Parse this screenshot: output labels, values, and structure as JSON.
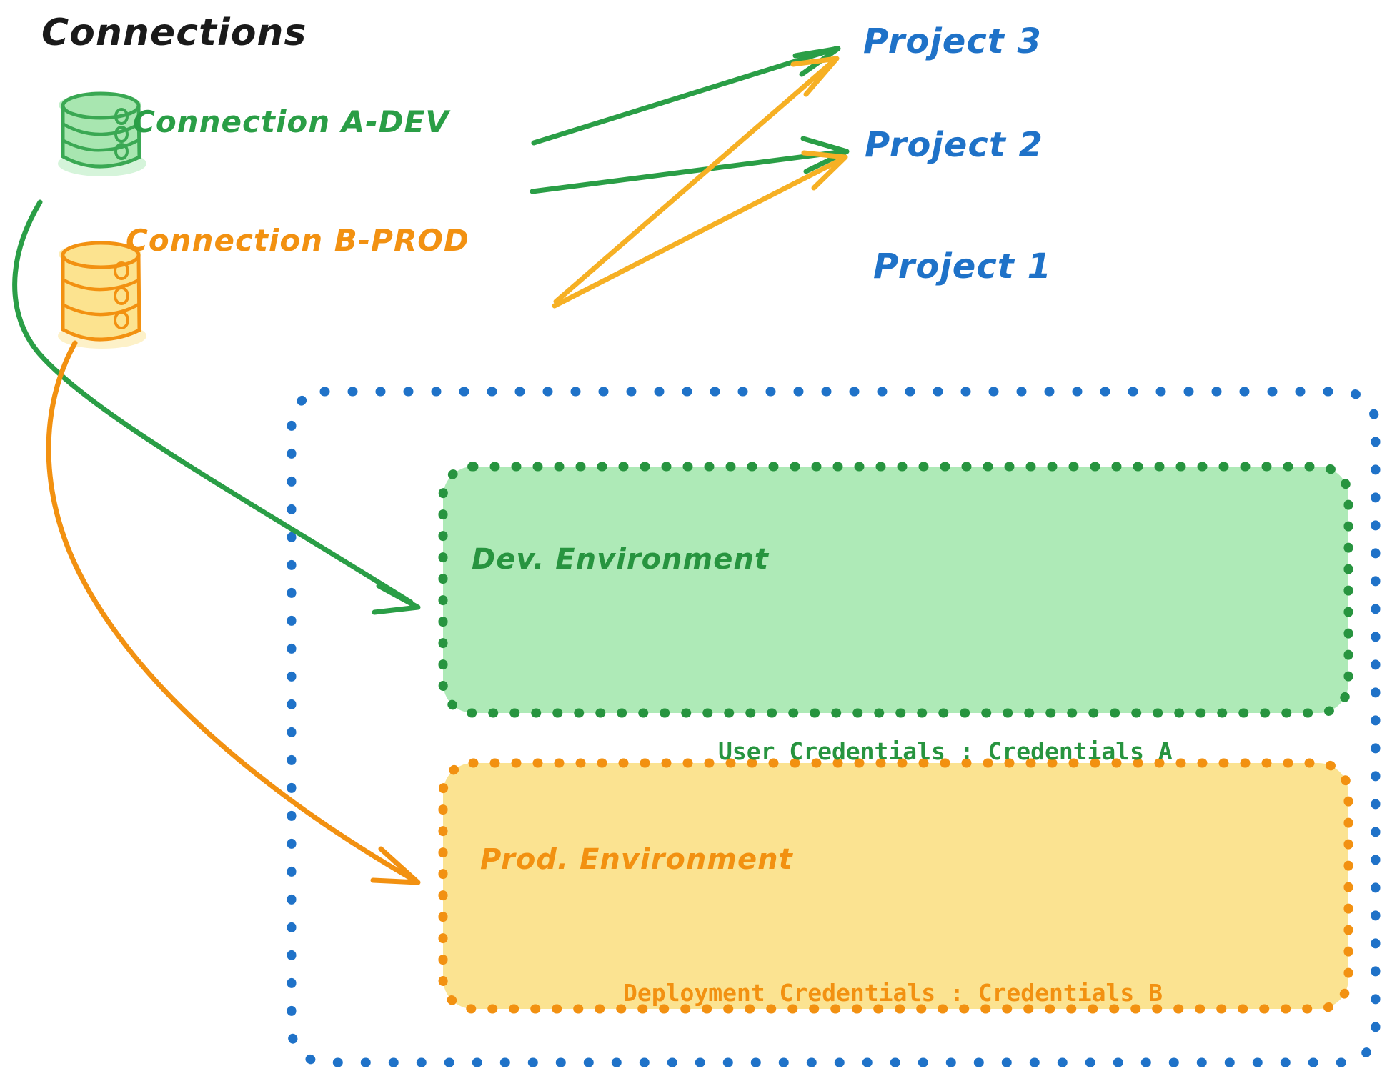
{
  "diagram": {
    "title": "Connections",
    "title_color": "#1a1a1a",
    "background": "#ffffff"
  },
  "connections": [
    {
      "id": "connection-a-dev",
      "label": "Connection A-DEV",
      "color": "#2a9e46",
      "icon": "database-cylinder-icon",
      "fill": "#a8e6b0"
    },
    {
      "id": "connection-b-prod",
      "label": "Connection B-PROD",
      "color": "#f29111",
      "icon": "database-cylinder-icon",
      "fill": "#fce38f"
    }
  ],
  "projects": [
    {
      "id": "project-3",
      "label": "Project 3",
      "color": "#1f72c8"
    },
    {
      "id": "project-2",
      "label": "Project 2",
      "color": "#1f72c8"
    },
    {
      "id": "project-1",
      "label": "Project 1",
      "color": "#1f72c8"
    }
  ],
  "project_1_container": {
    "border_color": "#1f72c8",
    "border_style": "dotted",
    "environments": [
      {
        "id": "dev-environment",
        "title": "Dev. Environment",
        "credentials_label": "User Credentials : Credentials A",
        "border_color": "#27943f",
        "fill_color": "#aeeab7",
        "text_color": "#27943f"
      },
      {
        "id": "prod-environment",
        "title": "Prod. Environment",
        "credentials_label": "Deployment Credentials : Credentials B",
        "border_color": "#f29111",
        "fill_color": "#fbe391",
        "text_color": "#f29111"
      }
    ]
  },
  "edges": [
    {
      "id": "edge-a-dev-to-project-3",
      "from": "connection-a-dev",
      "to": "project-3",
      "color": "#2a9e46",
      "style": "straight-arrow"
    },
    {
      "id": "edge-a-dev-to-project-2",
      "from": "connection-a-dev",
      "to": "project-2",
      "color": "#2a9e46",
      "style": "straight-arrow"
    },
    {
      "id": "edge-a-dev-to-dev-environment",
      "from": "connection-a-dev",
      "to": "dev-environment",
      "color": "#2a9e46",
      "style": "curved-arrow"
    },
    {
      "id": "edge-b-prod-to-project-3",
      "from": "connection-b-prod",
      "to": "project-3",
      "color": "#f6b024",
      "style": "straight-arrow"
    },
    {
      "id": "edge-b-prod-to-project-2",
      "from": "connection-b-prod",
      "to": "project-2",
      "color": "#f6b024",
      "style": "straight-arrow"
    },
    {
      "id": "edge-b-prod-to-prod-environment",
      "from": "connection-b-prod",
      "to": "prod-environment",
      "color": "#f29111",
      "style": "curved-arrow"
    }
  ]
}
